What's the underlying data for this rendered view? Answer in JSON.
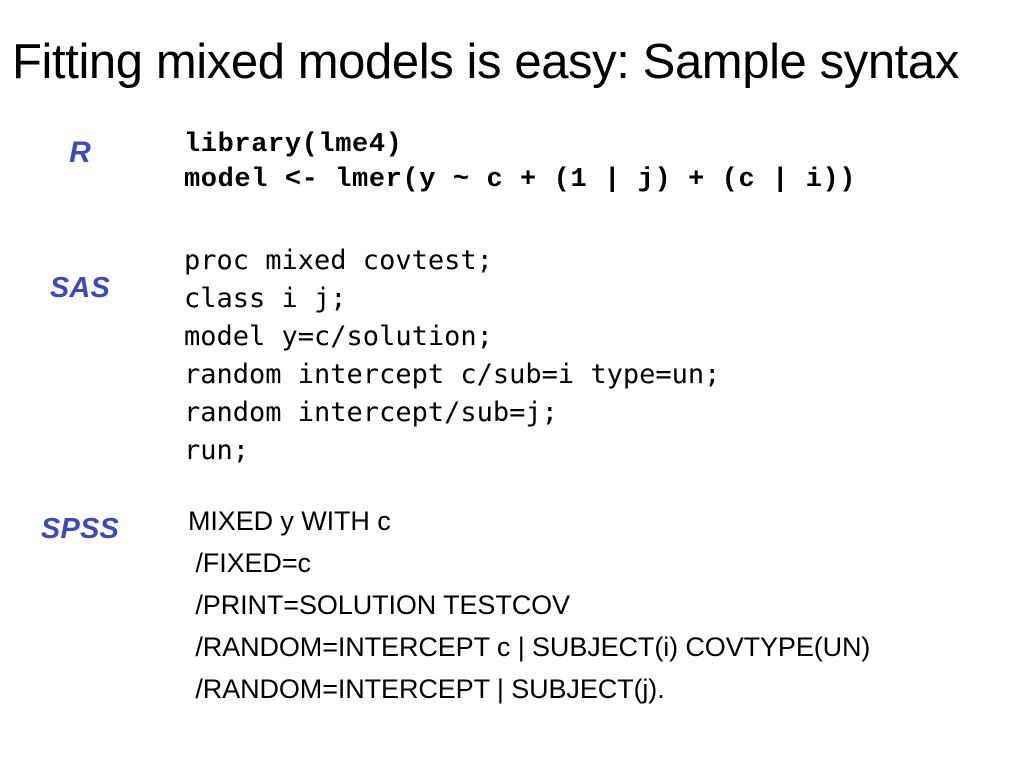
{
  "slide": {
    "title": "Fitting mixed models is easy: Sample syntax",
    "background_color": "#ffffff",
    "text_color": "#000000",
    "label_accent_color": "#3b4cb8"
  },
  "blocks": [
    {
      "id": "r",
      "label": "R",
      "lines": [
        "library(lme4)",
        "model <- lmer(y ~ c + (1 | j) + (c | i))"
      ]
    },
    {
      "id": "sas",
      "label": "SAS",
      "lines": [
        "proc mixed covtest;",
        "class i j;",
        "model y=c/solution;",
        "random intercept c/sub=i type=un;",
        "random intercept/sub=j;",
        "run;"
      ]
    },
    {
      "id": "spss",
      "label": "SPSS",
      "lines": [
        "MIXED y WITH c",
        " /FIXED=c",
        " /PRINT=SOLUTION TESTCOV",
        " /RANDOM=INTERCEPT c | SUBJECT(i) COVTYPE(UN)",
        " /RANDOM=INTERCEPT | SUBJECT(j)."
      ]
    }
  ]
}
